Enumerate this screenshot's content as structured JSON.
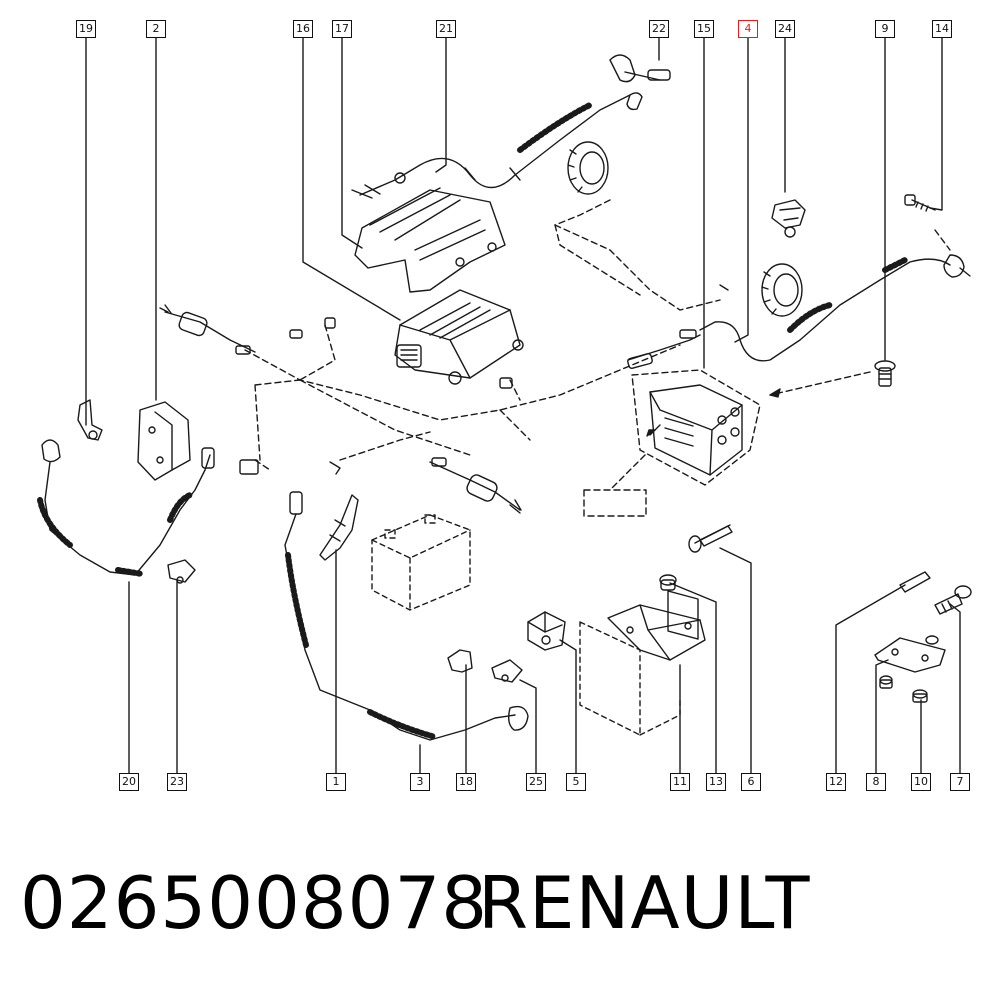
{
  "diagram": {
    "callouts_top": [
      "19",
      "2",
      "16",
      "17",
      "21",
      "22",
      "15",
      "4",
      "24",
      "9",
      "14"
    ],
    "callouts_bottom": [
      "20",
      "23",
      "1",
      "3",
      "18",
      "25",
      "5",
      "11",
      "13",
      "6",
      "12",
      "8",
      "10",
      "7"
    ],
    "selected_callout": "4",
    "line_color": "#1a1a1a",
    "highlight_color": "#e02020"
  },
  "caption": {
    "part_number": "0265008078",
    "brand": "RENAULT"
  }
}
